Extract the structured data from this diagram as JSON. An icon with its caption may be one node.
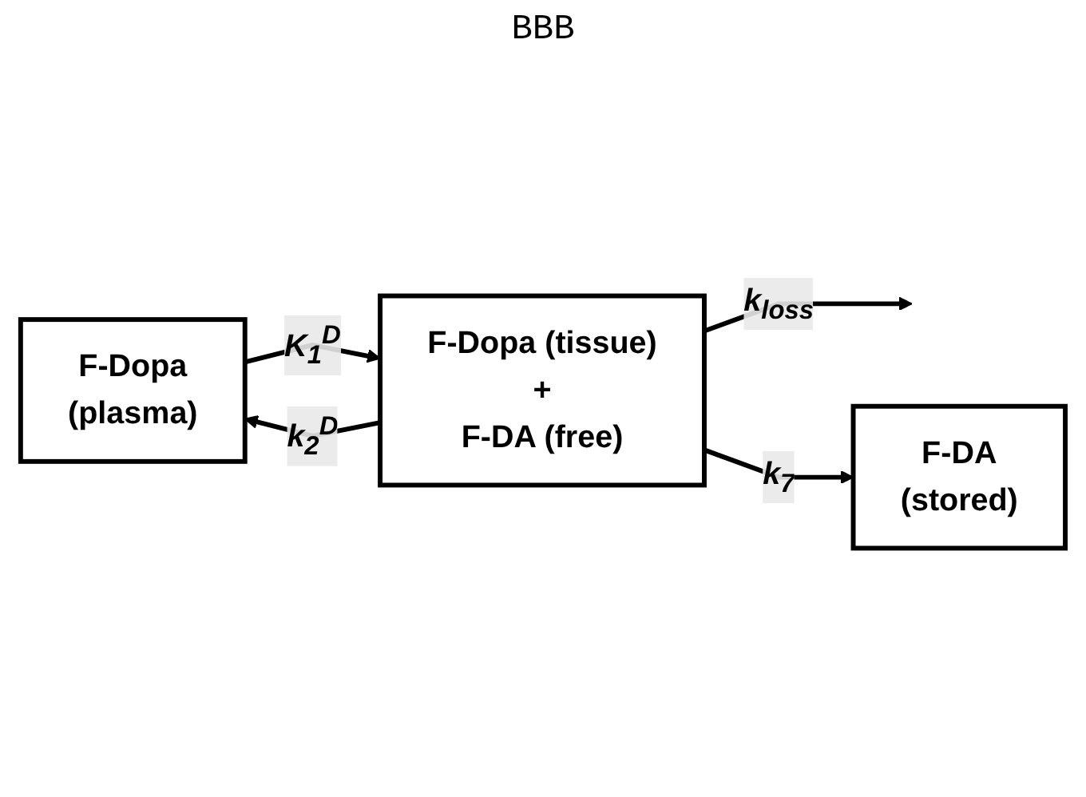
{
  "diagram": {
    "nodes": [
      {
        "text": [
          "F-Dopa",
          "(plasma)"
        ]
      },
      {
        "text": [
          "F-Dopa (tissue)",
          "+",
          "F-DA (free)"
        ]
      },
      {
        "text": [
          "F-DA",
          "(stored)"
        ]
      }
    ],
    "edges": [
      {
        "from": 0,
        "to": 1,
        "arrow": "to",
        "label": "K$_{1}$$^{D}$"
      },
      {
        "from": 1,
        "to": 0,
        "arrow": "to",
        "label": "k$_{2}$$^{D}$"
      },
      {
        "from": 1,
        "to": null,
        "arrow": "to",
        "label": "k$_{loss}$"
      },
      {
        "from": 1,
        "to": 2,
        "arrow": "to",
        "label": "k$_{7}$"
      }
    ],
    "labels": [
      "BBB"
    ]
  }
}
